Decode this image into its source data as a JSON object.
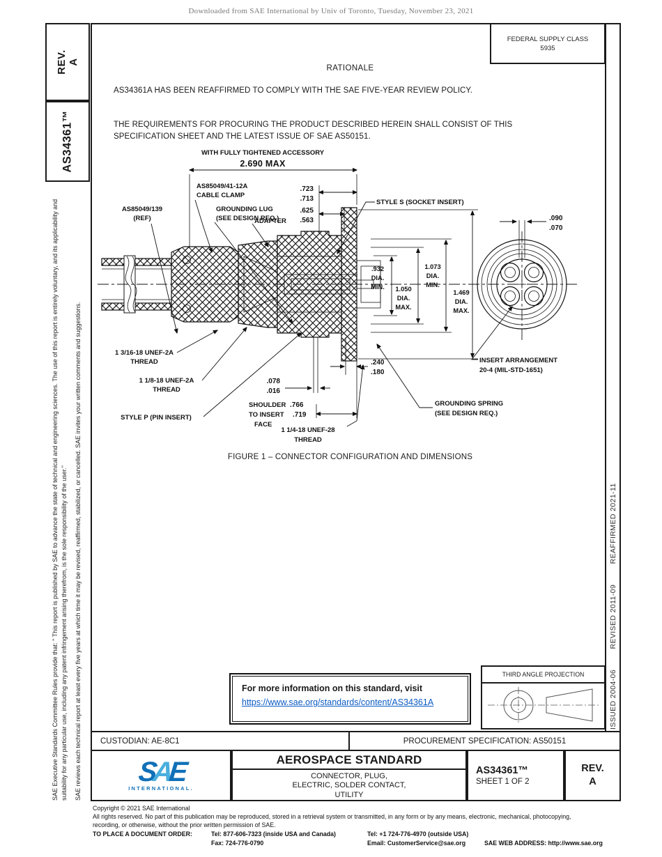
{
  "header": {
    "download_note": "Downloaded from SAE International by Univ of Toronto, Tuesday, November 23, 2021"
  },
  "sidebar_left": {
    "rev": "REV.\nA",
    "doc_number": "AS34361™",
    "disclaimer_p1": "SAE Executive Standards Committee Rules provide that: \" This report is published by SAE to advance the state of technical and engineering sciences. The use of this report is entirely voluntary, and its applicability and suitability for any particular use, including any patent infringement arising therefrom, is the sole responsibility of the user.\"",
    "disclaimer_p2": "SAE reviews each technical report at least every five years at which time it may be revised, reaffirmed, stabilized, or cancelled. SAE invites your written comments and suggestions."
  },
  "sidebar_right": {
    "issued": "ISSUED 2004-06",
    "revised": "REVISED 2011-09",
    "reaffirmed": "REAFFIRMED 2021-11"
  },
  "supply_class": {
    "title": "FEDERAL SUPPLY CLASS",
    "code": "5935"
  },
  "rationale": {
    "heading": "RATIONALE",
    "p1": "AS34361A HAS BEEN REAFFIRMED TO COMPLY WITH THE SAE FIVE-YEAR REVIEW POLICY.",
    "p2": "THE REQUIREMENTS FOR PROCURING THE PRODUCT DESCRIBED HEREIN SHALL CONSIST OF THIS SPECIFICATION SHEET AND THE LATEST ISSUE OF SAE AS50151."
  },
  "figure": {
    "caption": "FIGURE 1 – CONNECTOR CONFIGURATION AND DIMENSIONS",
    "accessory_note": "WITH FULLY TIGHTENED ACCESSORY",
    "overall_max": "2.690 MAX",
    "cable_clamp_ref": "AS85049/41-12A",
    "cable_clamp_label": "CABLE CLAMP",
    "grounding_lug_1": "GROUNDING LUG",
    "grounding_lug_2": "(SEE DESIGN REQ.)",
    "adapter": "ADAPTER",
    "backshell_ref_1": "AS85049/139",
    "backshell_ref_2": "(REF)",
    "dim_723": ".723",
    "dim_713": ".713",
    "dim_625": ".625",
    "dim_563": ".563",
    "style_s": "STYLE S (SOCKET INSERT)",
    "dim_090": ".090",
    "dim_070": ".070",
    "dia_932_1": ".932",
    "dia_932_2": "DIA.",
    "dia_932_3": "MIN.",
    "dia_1050_1": "1.050",
    "dia_1050_2": "DIA.",
    "dia_1050_3": "MAX.",
    "dia_1073_1": "1.073",
    "dia_1073_2": "DIA.",
    "dia_1073_3": "MIN.",
    "dia_1469_1": "1.469",
    "dia_1469_2": "DIA.",
    "dia_1469_3": "MAX.",
    "dim_240": ".240",
    "dim_180": ".180",
    "insert_arr_1": "INSERT ARRANGEMENT",
    "insert_arr_2": "20-4  (MIL-STD-1651)",
    "thread_1316_1": "1 3/16-18 UNEF-2A",
    "thread_1316_2": "THREAD",
    "thread_118_1": "1 1/8-18 UNEF-2A",
    "thread_118_2": "THREAD",
    "style_p": "STYLE P (PIN INSERT)",
    "dim_078": ".078",
    "dim_016": ".016",
    "shoulder_1": "SHOULDER",
    "shoulder_2": "TO INSERT",
    "shoulder_3": "FACE",
    "dim_766": ".766",
    "dim_719": ".719",
    "thread_114_1": "1 1/4-18 UNEF-28",
    "thread_114_2": "THREAD",
    "grounding_spring_1": "GROUNDING SPRING",
    "grounding_spring_2": "(SEE DESIGN REQ.)"
  },
  "info_box": {
    "text": "For more information on this standard, visit",
    "link": "https://www.sae.org/standards/content/AS34361A"
  },
  "projection": {
    "title": "THIRD ANGLE PROJECTION"
  },
  "id_rows": {
    "custodian": "CUSTODIAN: AE-8C1",
    "procurement": "PROCUREMENT SPECIFICATION: AS50151"
  },
  "title_block": {
    "logo_s": "S",
    "logo_a": "A",
    "logo_e": "E",
    "logo_sub": "INTERNATIONAL.",
    "standard_type": "AEROSPACE STANDARD",
    "subtitle": "CONNECTOR, PLUG,\nELECTRIC, SOLDER CONTACT,\nUTILITY",
    "doc_number": "AS34361™",
    "sheet": "SHEET 1 OF 2",
    "rev_label": "REV.",
    "rev_value": "A"
  },
  "footer": {
    "copyright": "Copyright © 2021 SAE International",
    "rights_1": "All rights reserved. No part of this publication may be reproduced, stored in a retrieval system or transmitted, in any form or by any means, electronic, mechanical, photocopying,",
    "rights_2": "recording, or otherwise, without the prior written permission of SAE.",
    "order_label": "TO PLACE A DOCUMENT ORDER:",
    "tel_inside": "Tel: 877-606-7323 (inside USA and Canada)",
    "tel_outside": "Tel: +1 724-776-4970 (outside USA)",
    "fax": "Fax: 724-776-0790",
    "email": "Email: CustomerService@sae.org",
    "web": "SAE WEB ADDRESS: http://www.sae.org"
  },
  "colors": {
    "logo_dark": "#1070b8",
    "logo_light": "#49aede",
    "link_blue": "#0b5bc4"
  }
}
